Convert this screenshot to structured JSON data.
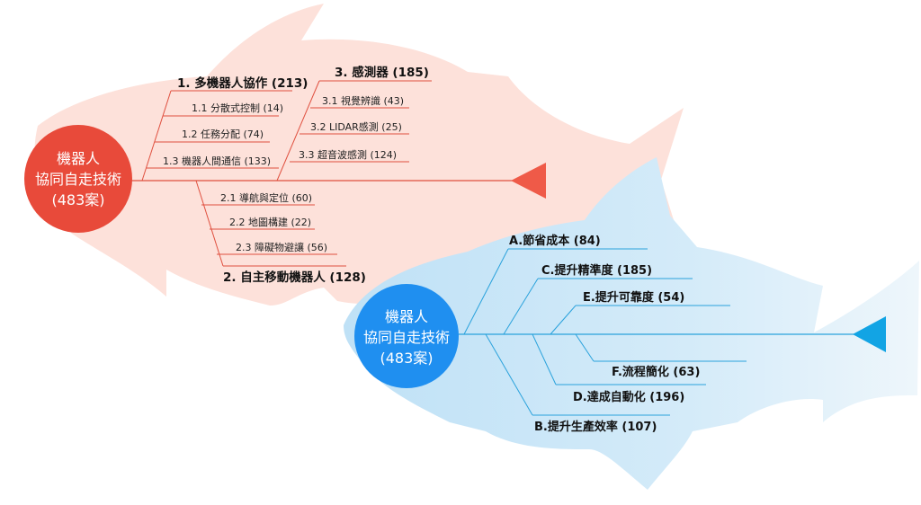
{
  "colors": {
    "red_body": "#fde1da",
    "red_head": "#e84a3a",
    "red_line": "#e0503f",
    "red_arrow": "#ef5a48",
    "blue_body": "#cfe8f8",
    "blue_head": "#1f8ff0",
    "blue_line": "#2aa2dc",
    "blue_arrow": "#12a4e4"
  },
  "red_fish": {
    "head": {
      "line1": "機器人",
      "line2": "協同自走技術",
      "line3": "(483案)"
    },
    "branches": {
      "b1": {
        "label": "1. 多機器人協作 (213)",
        "subs": [
          "1.1 分散式控制 (14)",
          "1.2 任務分配 (74)",
          "1.3 機器人間通信 (133)"
        ]
      },
      "b2": {
        "label": "2. 自主移動機器人 (128)",
        "subs": [
          "2.1 導航與定位 (60)",
          "2.2 地圖構建 (22)",
          "2.3 障礙物避讓 (56)"
        ]
      },
      "b3": {
        "label": "3. 感測器 (185)",
        "subs": [
          "3.1 視覺辨識 (43)",
          "3.2 LIDAR感測 (25)",
          "3.3 超音波感測 (124)"
        ]
      }
    }
  },
  "blue_fish": {
    "head": {
      "line1": "機器人",
      "line2": "協同自走技術",
      "line3": "(483案)"
    },
    "branches": {
      "A": "A.節省成本 (84)",
      "C": "C.提升精準度 (185)",
      "E": "E.提升可靠度 (54)",
      "F": "F.流程簡化 (63)",
      "D": "D.達成自動化 (196)",
      "B": "B.提升生產效率 (107)"
    }
  }
}
